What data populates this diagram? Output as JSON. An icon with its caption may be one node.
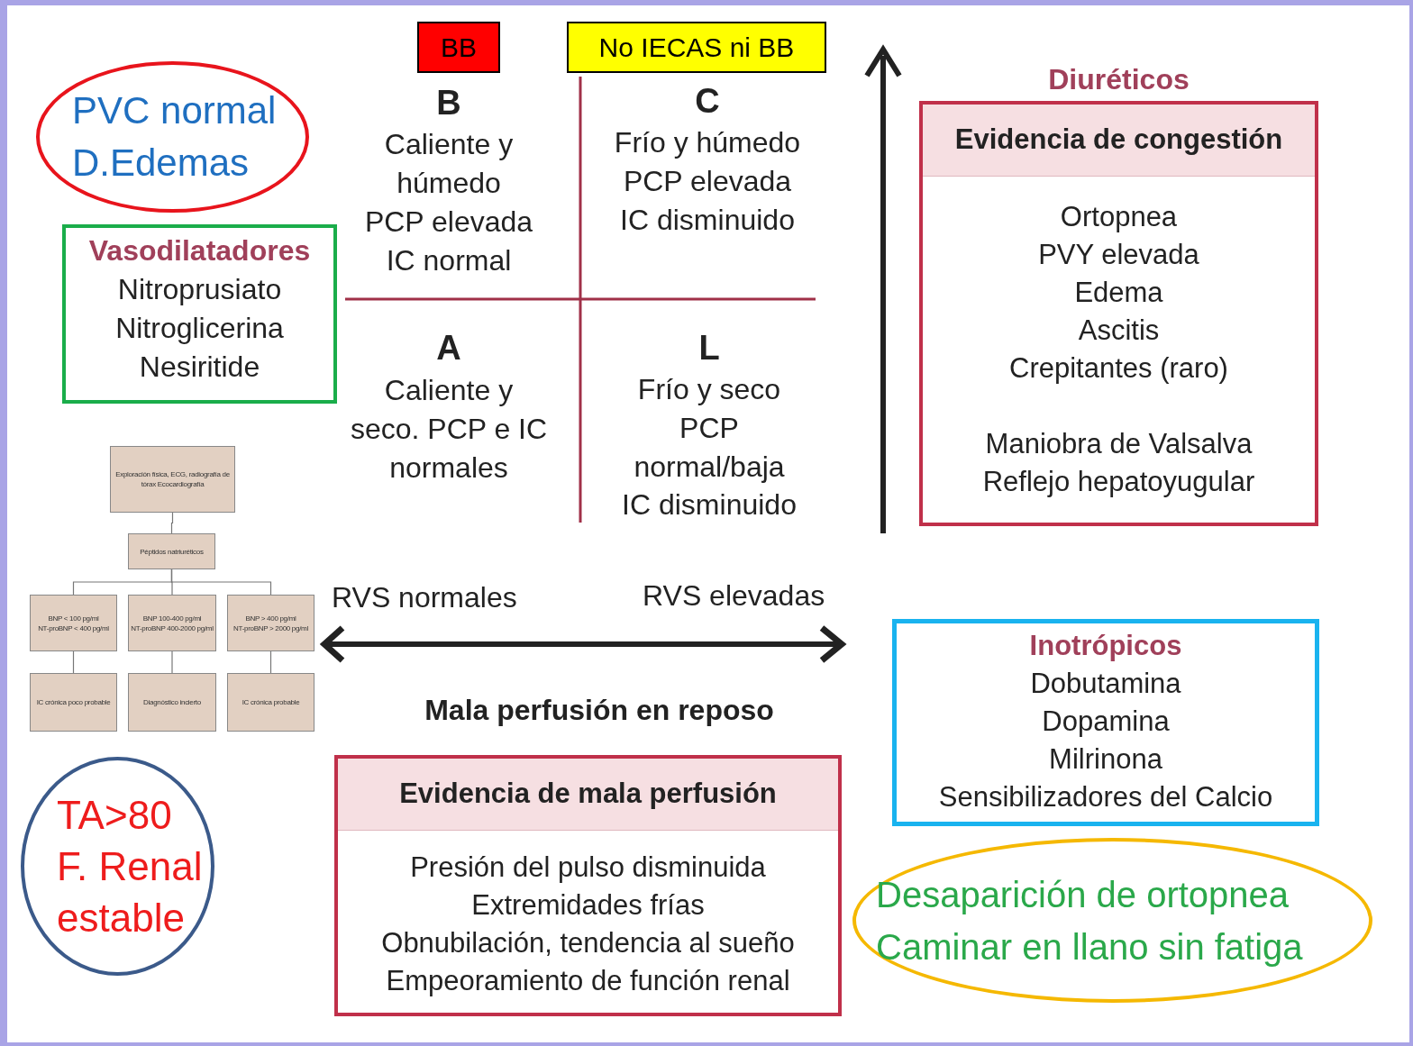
{
  "diagram": {
    "nodes": [
      {
        "text": [
          "PVC normal",
          "D.Edemas"
        ]
      },
      {
        "text": [
          "Vasodilatadores",
          "Nitroprusiato",
          "Nitroglicerina",
          "Nesiritide"
        ]
      },
      {
        "text": [
          "BB"
        ]
      },
      {
        "text": [
          "No IECAS ni BB"
        ]
      },
      {
        "text": [
          "Exploración física, ECG, radiografía de tórax Ecocardiografía"
        ]
      },
      {
        "text": [
          "Péptidos natriuréticos"
        ]
      },
      {
        "text": [
          "BNP < 100 pg/ml",
          "NT-proBNP < 400 pg/ml"
        ]
      },
      {
        "text": [
          "BNP 100-400 pg/ml",
          "NT-proBNP 400-2000 pg/ml"
        ]
      },
      {
        "text": [
          "BNP > 400 pg/ml",
          "NT-proBNP > 2000 pg/ml"
        ]
      },
      {
        "text": [
          "IC crónica poco probable"
        ]
      },
      {
        "text": [
          "Diagnóstico incierto"
        ]
      },
      {
        "text": [
          "IC crónica probable"
        ]
      },
      {
        "text": [
          "Diuréticos",
          "Evidencia de congestión",
          "Ortopnea",
          "PVY elevada",
          "Edema",
          "Ascitis",
          "Crepitantes (raro)",
          "Maniobra de Valsalva",
          "Reflejo hepatoyugular"
        ]
      },
      {
        "text": [
          "Inotrópicos",
          "Dobutamina",
          "Dopamina",
          "Milrinona",
          "Sensibilizadores del Calcio"
        ]
      },
      {
        "text": [
          "Evidencia de mala perfusión",
          "Presión del pulso disminuida",
          "Extremidades frías",
          "Obnubilación, tendencia al sueño",
          "Empeoramiento de función renal"
        ]
      },
      {
        "text": [
          "TA>80",
          "F. Renal",
          "estable"
        ]
      },
      {
        "text": [
          "Desaparición de ortopnea",
          "Caminar en llano sin fatiga"
        ]
      }
    ],
    "edges": [
      {
        "from": 4,
        "to": 5,
        "arrow": "none"
      },
      {
        "from": 5,
        "to": 6,
        "arrow": "none"
      },
      {
        "from": 5,
        "to": 7,
        "arrow": "none"
      },
      {
        "from": 5,
        "to": 8,
        "arrow": "none"
      },
      {
        "from": 6,
        "to": 9,
        "arrow": "none"
      },
      {
        "from": 7,
        "to": 10,
        "arrow": "none"
      },
      {
        "from": 8,
        "to": 11,
        "arrow": "none"
      }
    ],
    "labels": [
      "B",
      "Caliente y",
      "húmedo",
      "PCP elevada",
      "IC normal",
      "C",
      "Frío y húmedo",
      "PCP elevada",
      "IC disminuido",
      "A",
      "Caliente y",
      "seco. PCP e IC",
      "normales",
      "L",
      "Frío y seco",
      "PCP",
      "normal/baja",
      "IC disminuido",
      "RVS normales",
      "RVS elevadas",
      "Mala perfusión en reposo"
    ]
  }
}
